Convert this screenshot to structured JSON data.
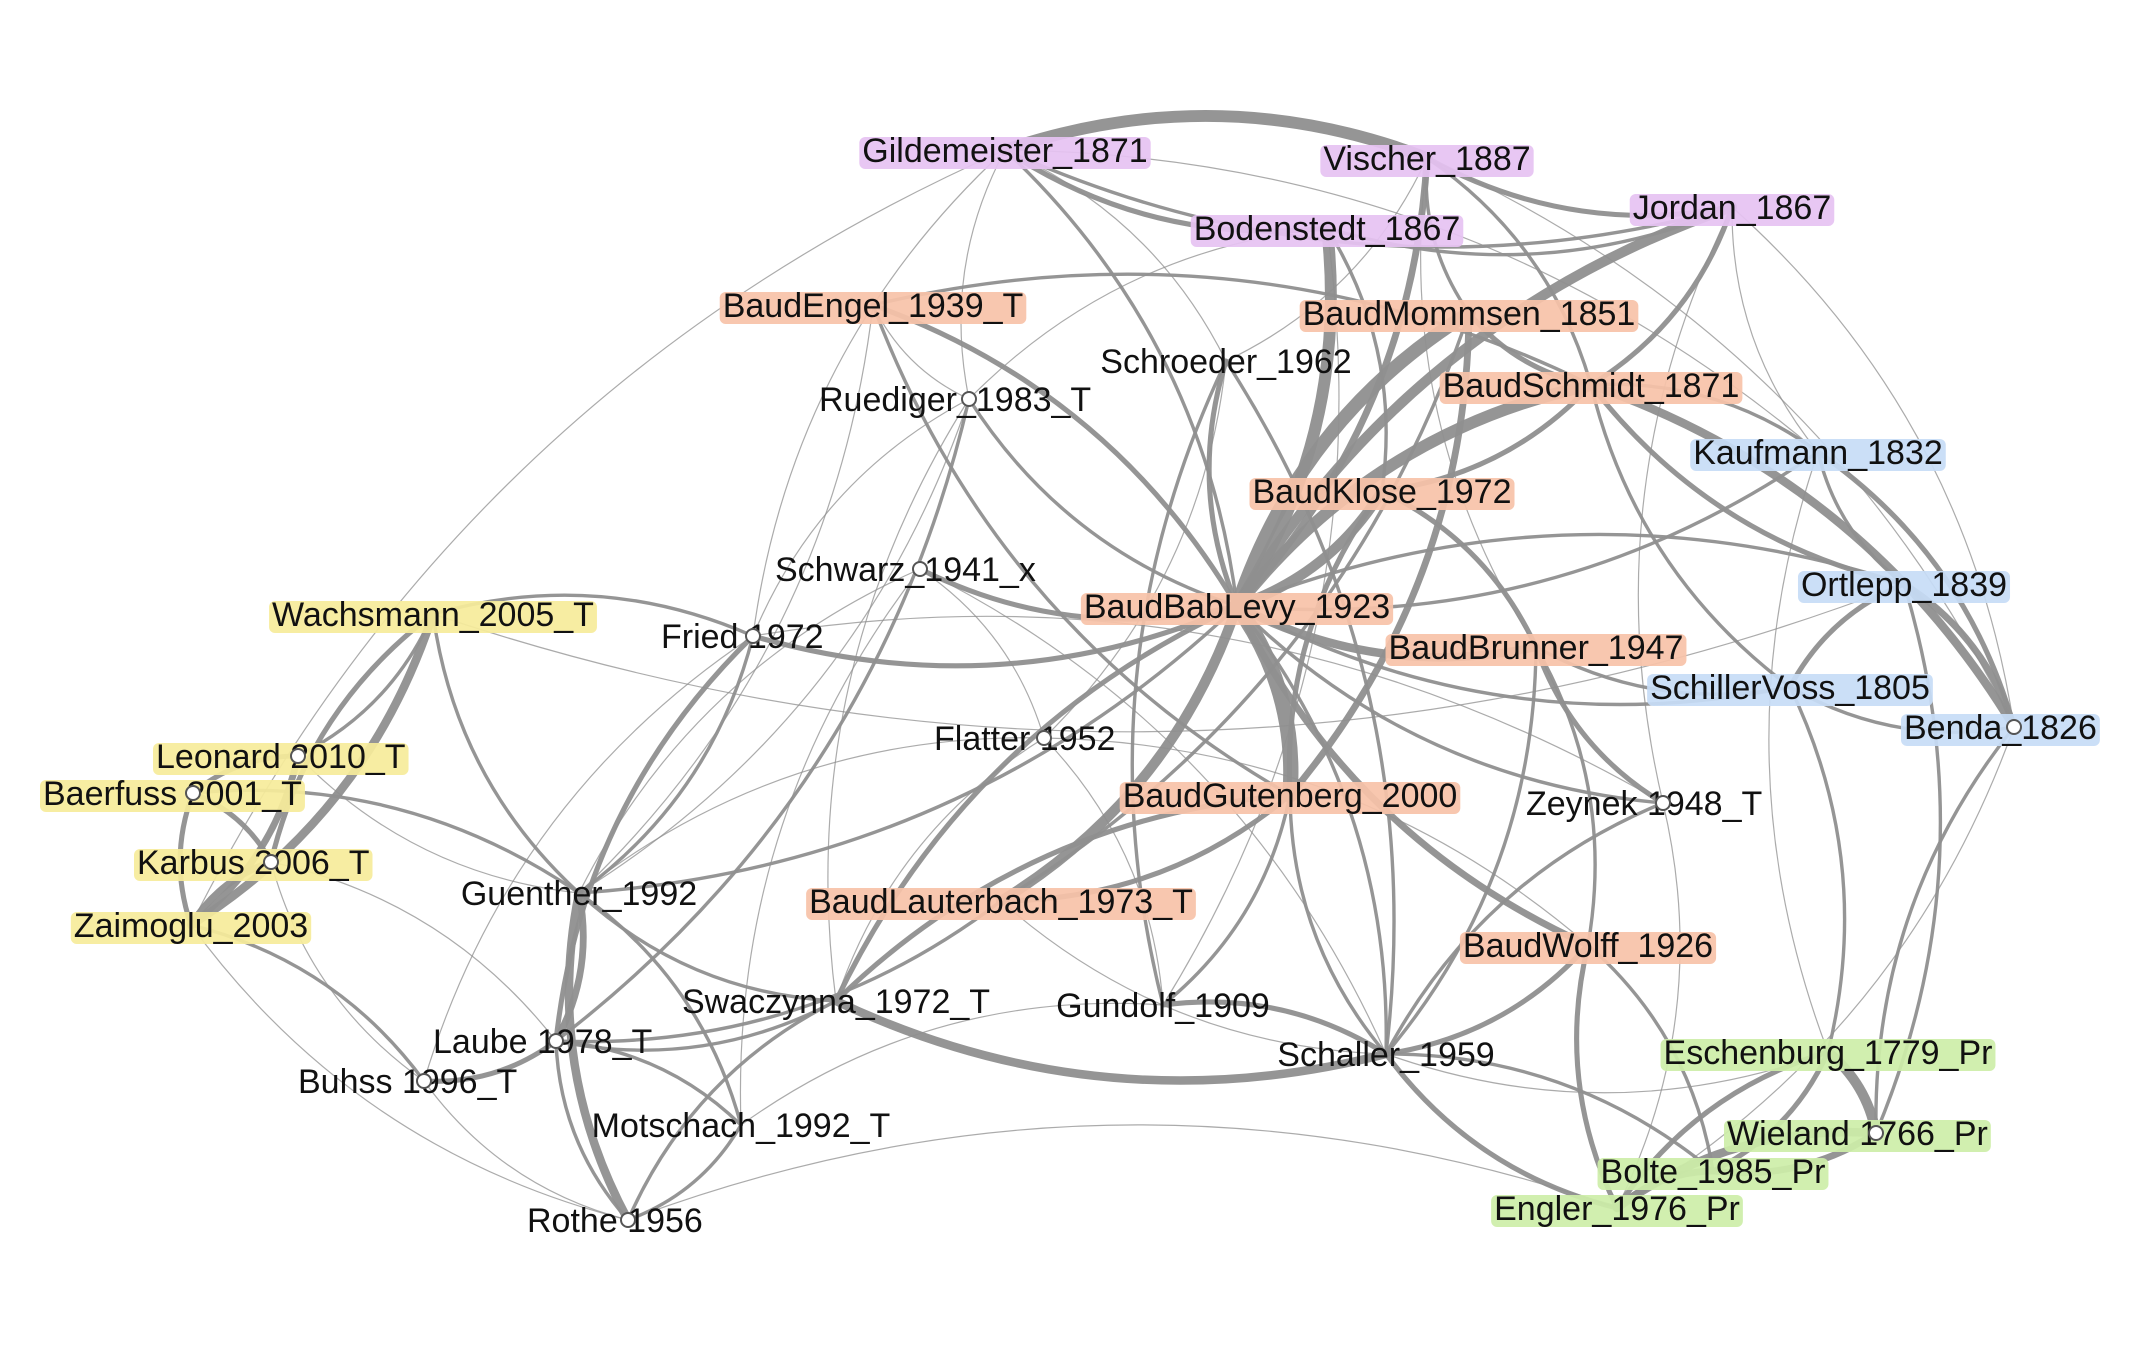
{
  "colors": {
    "purple": "#e6c2f2",
    "orange": "#f7c2a8",
    "blue": "#c7dcf6",
    "yellow": "#f6ec9a",
    "green": "#cdeea8",
    "none": "none",
    "edge": "#8f8f8f"
  },
  "nodes": [
    {
      "id": "Gildemeister_1871",
      "label": "Gildemeister_1871",
      "group": "purple"
    },
    {
      "id": "Vischer_1887",
      "label": "Vischer_1887",
      "group": "purple"
    },
    {
      "id": "Bodenstedt_1867",
      "label": "Bodenstedt_1867",
      "group": "purple"
    },
    {
      "id": "Jordan_1867",
      "label": "Jordan_1867",
      "group": "purple"
    },
    {
      "id": "BaudEngel_1939_T",
      "label": "BaudEngel_1939_T",
      "group": "orange"
    },
    {
      "id": "BaudMommsen_1851",
      "label": "BaudMommsen_1851",
      "group": "orange"
    },
    {
      "id": "Schroeder_1962",
      "label": "Schroeder_1962",
      "group": "none"
    },
    {
      "id": "BaudSchmidt_1871",
      "label": "BaudSchmidt_1871",
      "group": "orange"
    },
    {
      "id": "Ruediger_1983_T",
      "label": "Ruediger_1983_T",
      "group": "none"
    },
    {
      "id": "Kaufmann_1832",
      "label": "Kaufmann_1832",
      "group": "blue"
    },
    {
      "id": "BaudKlose_1972",
      "label": "BaudKlose_1972",
      "group": "orange"
    },
    {
      "id": "Schwarz_1941_x",
      "label": "Schwarz_1941_x",
      "group": "none"
    },
    {
      "id": "Ortlepp_1839",
      "label": "Ortlepp_1839",
      "group": "blue"
    },
    {
      "id": "BaudBabLevy_1923",
      "label": "BaudBabLevy_1923",
      "group": "orange"
    },
    {
      "id": "Wachsmann_2005_T",
      "label": "Wachsmann_2005_T",
      "group": "yellow"
    },
    {
      "id": "Fried_1972",
      "label": "Fried 1972",
      "group": "none"
    },
    {
      "id": "BaudBrunner_1947",
      "label": "BaudBrunner_1947",
      "group": "orange"
    },
    {
      "id": "SchillerVoss_1805",
      "label": "SchillerVoss_1805",
      "group": "blue"
    },
    {
      "id": "Benda_1826",
      "label": "Benda_1826",
      "group": "blue"
    },
    {
      "id": "Flatter_1952",
      "label": "Flatter 1952",
      "group": "none"
    },
    {
      "id": "Leonard_2010_T",
      "label": "Leonard 2010_T",
      "group": "yellow"
    },
    {
      "id": "Baerfuss_2001_T",
      "label": "Baerfuss 2001_T",
      "group": "yellow"
    },
    {
      "id": "BaudGutenberg_2000",
      "label": "BaudGutenberg_2000",
      "group": "orange"
    },
    {
      "id": "Zeynek_1948_T",
      "label": "Zeynek 1948_T",
      "group": "none"
    },
    {
      "id": "Karbus_2006_T",
      "label": "Karbus 2006_T",
      "group": "yellow"
    },
    {
      "id": "Guenther_1992",
      "label": "Guenther_1992",
      "group": "none"
    },
    {
      "id": "BaudLauterbach_1973_T",
      "label": "BaudLauterbach_1973_T",
      "group": "orange"
    },
    {
      "id": "Zaimoglu_2003",
      "label": "Zaimoglu_2003",
      "group": "yellow"
    },
    {
      "id": "BaudWolff_1926",
      "label": "BaudWolff_1926",
      "group": "orange"
    },
    {
      "id": "Swaczynna_1972_T",
      "label": "Swaczynna_1972_T",
      "group": "none"
    },
    {
      "id": "Gundolf_1909",
      "label": "Gundolf_1909",
      "group": "none"
    },
    {
      "id": "Laube_1978_T",
      "label": "Laube 1978_T",
      "group": "none"
    },
    {
      "id": "Schaller_1959",
      "label": "Schaller_1959",
      "group": "none"
    },
    {
      "id": "Eschenburg_1779_Pr",
      "label": "Eschenburg_1779_Pr",
      "group": "green"
    },
    {
      "id": "Buhss_1996_T",
      "label": "Buhss 1996_T",
      "group": "none"
    },
    {
      "id": "Wieland_1766_Pr",
      "label": "Wieland 1766_Pr",
      "group": "green"
    },
    {
      "id": "Motschach_1992_T",
      "label": "Motschach_1992_T",
      "group": "none"
    },
    {
      "id": "Bolte_1985_Pr",
      "label": "Bolte_1985_Pr",
      "group": "green"
    },
    {
      "id": "Rothe_1956",
      "label": "Rothe 1956",
      "group": "none"
    },
    {
      "id": "Engler_1976_Pr",
      "label": "Engler_1976_Pr",
      "group": "green"
    }
  ],
  "edges": [
    [
      "Gildemeister_1871",
      "Vischer_1887",
      7
    ],
    [
      "Gildemeister_1871",
      "Bodenstedt_1867",
      3
    ],
    [
      "Gildemeister_1871",
      "BaudBabLevy_1923",
      2
    ],
    [
      "Gildemeister_1871",
      "Ruediger_1983_T",
      1
    ],
    [
      "Gildemeister_1871",
      "Schroeder_1962",
      1
    ],
    [
      "Gildemeister_1871",
      "Fried_1972",
      1
    ],
    [
      "Gildemeister_1871",
      "Kaufmann_1832",
      1
    ],
    [
      "Gildemeister_1871",
      "Jordan_1867",
      2
    ],
    [
      "Vischer_1887",
      "BaudBabLevy_1923",
      4
    ],
    [
      "Vischer_1887",
      "Jordan_1867",
      3
    ],
    [
      "Vischer_1887",
      "BaudSchmidt_1871",
      2
    ],
    [
      "Vischer_1887",
      "BaudMommsen_1851",
      2
    ],
    [
      "Vischer_1887",
      "Schroeder_1962",
      1
    ],
    [
      "Vischer_1887",
      "BaudBrunner_1947",
      1
    ],
    [
      "Bodenstedt_1867",
      "BaudBabLevy_1923",
      7
    ],
    [
      "Bodenstedt_1867",
      "Jordan_1867",
      2
    ],
    [
      "Bodenstedt_1867",
      "BaudKlose_1972",
      2
    ],
    [
      "Bodenstedt_1867",
      "Ruediger_1983_T",
      1
    ],
    [
      "Bodenstedt_1867",
      "Gundolf_1909",
      1
    ],
    [
      "Jordan_1867",
      "BaudBabLevy_1923",
      6
    ],
    [
      "Jordan_1867",
      "BaudSchmidt_1871",
      3
    ],
    [
      "Jordan_1867",
      "Kaufmann_1832",
      1
    ],
    [
      "Jordan_1867",
      "Benda_1826",
      1
    ],
    [
      "Jordan_1867",
      "Zeynek_1948_T",
      1
    ],
    [
      "BaudEngel_1939_T",
      "BaudBabLevy_1923",
      3
    ],
    [
      "BaudEngel_1939_T",
      "BaudGutenberg_2000",
      2
    ],
    [
      "BaudEngel_1939_T",
      "BaudSchmidt_1871",
      2
    ],
    [
      "BaudEngel_1939_T",
      "Ruediger_1983_T",
      1
    ],
    [
      "BaudEngel_1939_T",
      "Guenther_1992",
      1
    ],
    [
      "BaudMommsen_1851",
      "BaudBabLevy_1923",
      8
    ],
    [
      "BaudMommsen_1851",
      "BaudGutenberg_2000",
      4
    ],
    [
      "BaudMommsen_1851",
      "BaudSchmidt_1871",
      3
    ],
    [
      "BaudMommsen_1851",
      "BaudLauterbach_1973_T",
      2
    ],
    [
      "BaudSchmidt_1871",
      "BaudBabLevy_1923",
      7
    ],
    [
      "BaudSchmidt_1871",
      "Benda_1826",
      5
    ],
    [
      "BaudSchmidt_1871",
      "Ortlepp_1839",
      3
    ],
    [
      "BaudSchmidt_1871",
      "BaudKlose_1972",
      3
    ],
    [
      "BaudSchmidt_1871",
      "SchillerVoss_1805",
      2
    ],
    [
      "BaudSchmidt_1871",
      "Kaufmann_1832",
      2
    ],
    [
      "Schroeder_1962",
      "BaudBabLevy_1923",
      3
    ],
    [
      "Schroeder_1962",
      "Schaller_1959",
      2
    ],
    [
      "Schroeder_1962",
      "Gundolf_1909",
      2
    ],
    [
      "Schroeder_1962",
      "Flatter_1952",
      1
    ],
    [
      "Ruediger_1983_T",
      "BaudBabLevy_1923",
      2
    ],
    [
      "Ruediger_1983_T",
      "Laube_1978_T",
      2
    ],
    [
      "Ruediger_1983_T",
      "Fried_1972",
      1
    ],
    [
      "Ruediger_1983_T",
      "Guenther_1992",
      1
    ],
    [
      "Ruediger_1983_T",
      "Swaczynna_1972_T",
      1
    ],
    [
      "Kaufmann_1832",
      "Benda_1826",
      3
    ],
    [
      "Kaufmann_1832",
      "Ortlepp_1839",
      2
    ],
    [
      "Kaufmann_1832",
      "BaudBabLevy_1923",
      2
    ],
    [
      "Kaufmann_1832",
      "Eschenburg_1779_Pr",
      1
    ],
    [
      "BaudKlose_1972",
      "BaudBabLevy_1923",
      6
    ],
    [
      "BaudKlose_1972",
      "BaudGutenberg_2000",
      3
    ],
    [
      "BaudKlose_1972",
      "BaudBrunner_1947",
      3
    ],
    [
      "Schwarz_1941_x",
      "BaudBabLevy_1923",
      3
    ],
    [
      "Schwarz_1941_x",
      "Flatter_1952",
      1
    ],
    [
      "Schwarz_1941_x",
      "Guenther_1992",
      1
    ],
    [
      "Schwarz_1941_x",
      "Schaller_1959",
      1
    ],
    [
      "Schwarz_1941_x",
      "Motschach_1992_T",
      1
    ],
    [
      "Ortlepp_1839",
      "Benda_1826",
      4
    ],
    [
      "Ortlepp_1839",
      "SchillerVoss_1805",
      3
    ],
    [
      "Ortlepp_1839",
      "Wieland_1766_Pr",
      2
    ],
    [
      "Ortlepp_1839",
      "BaudBabLevy_1923",
      2
    ],
    [
      "BaudBabLevy_1923",
      "BaudGutenberg_2000",
      9
    ],
    [
      "BaudBabLevy_1923",
      "BaudBrunner_1947",
      5
    ],
    [
      "BaudBabLevy_1923",
      "BaudLauterbach_1973_T",
      6
    ],
    [
      "BaudBabLevy_1923",
      "BaudWolff_1926",
      4
    ],
    [
      "BaudBabLevy_1923",
      "Fried_1972",
      3
    ],
    [
      "BaudBabLevy_1923",
      "Zeynek_1948_T",
      2
    ],
    [
      "BaudBabLevy_1923",
      "Guenther_1992",
      2
    ],
    [
      "BaudBabLevy_1923",
      "Swaczynna_1972_T",
      3
    ],
    [
      "BaudBabLevy_1923",
      "Schaller_1959",
      2
    ],
    [
      "BaudBabLevy_1923",
      "SchillerVoss_1805",
      2
    ],
    [
      "Wachsmann_2005_T",
      "Zaimoglu_2003",
      5
    ],
    [
      "Wachsmann_2005_T",
      "Karbus_2006_T",
      3
    ],
    [
      "Wachsmann_2005_T",
      "Fried_1972",
      2
    ],
    [
      "Wachsmann_2005_T",
      "Guenther_1992",
      2
    ],
    [
      "Wachsmann_2005_T",
      "Leonard_2010_T",
      2
    ],
    [
      "Fried_1972",
      "Laube_1978_T",
      3
    ],
    [
      "Fried_1972",
      "Guenther_1992",
      2
    ],
    [
      "Fried_1972",
      "Buhss_1996_T",
      1
    ],
    [
      "Fried_1972",
      "Zeynek_1948_T",
      1
    ],
    [
      "BaudBrunner_1947",
      "Zeynek_1948_T",
      3
    ],
    [
      "BaudBrunner_1947",
      "BaudWolff_1926",
      2
    ],
    [
      "BaudBrunner_1947",
      "SchillerVoss_1805",
      2
    ],
    [
      "BaudBrunner_1947",
      "Schaller_1959",
      2
    ],
    [
      "SchillerVoss_1805",
      "Benda_1826",
      2
    ],
    [
      "SchillerVoss_1805",
      "Eschenburg_1779_Pr",
      2
    ],
    [
      "Benda_1826",
      "Wieland_1766_Pr",
      2
    ],
    [
      "Benda_1826",
      "Engler_1976_Pr",
      1
    ],
    [
      "Flatter_1952",
      "Guenther_1992",
      1
    ],
    [
      "Flatter_1952",
      "BaudWolff_1926",
      1
    ],
    [
      "Flatter_1952",
      "Swaczynna_1972_T",
      1
    ],
    [
      "Flatter_1952",
      "Gundolf_1909",
      1
    ],
    [
      "Leonard_2010_T",
      "Baerfuss_2001_T",
      3
    ],
    [
      "Leonard_2010_T",
      "Zaimoglu_2003",
      4
    ],
    [
      "Leonard_2010_T",
      "Guenther_1992",
      1
    ],
    [
      "Baerfuss_2001_T",
      "Karbus_2006_T",
      3
    ],
    [
      "Baerfuss_2001_T",
      "Zaimoglu_2003",
      3
    ],
    [
      "Baerfuss_2001_T",
      "Guenther_1992",
      2
    ],
    [
      "BaudGutenberg_2000",
      "Swaczynna_1972_T",
      3
    ],
    [
      "BaudGutenberg_2000",
      "BaudLauterbach_1973_T",
      3
    ],
    [
      "BaudGutenberg_2000",
      "Schaller_1959",
      2
    ],
    [
      "BaudGutenberg_2000",
      "Gundolf_1909",
      2
    ],
    [
      "Zeynek_1948_T",
      "Schaller_1959",
      2
    ],
    [
      "Zeynek_1948_T",
      "Engler_1976_Pr",
      1
    ],
    [
      "Karbus_2006_T",
      "Zaimoglu_2003",
      4
    ],
    [
      "Karbus_2006_T",
      "Laube_1978_T",
      1
    ],
    [
      "Karbus_2006_T",
      "Buhss_1996_T",
      1
    ],
    [
      "Guenther_1992",
      "Laube_1978_T",
      4
    ],
    [
      "Guenther_1992",
      "Rothe_1956",
      5
    ],
    [
      "Guenther_1992",
      "Motschach_1992_T",
      2
    ],
    [
      "Guenther_1992",
      "Swaczynna_1972_T",
      2
    ],
    [
      "BaudLauterbach_1973_T",
      "Laube_1978_T",
      2
    ],
    [
      "BaudLauterbach_1973_T",
      "Schaller_1959",
      1
    ],
    [
      "Zaimoglu_2003",
      "Buhss_1996_T",
      2
    ],
    [
      "Zaimoglu_2003",
      "Rothe_1956",
      1
    ],
    [
      "BaudWolff_1926",
      "Schaller_1959",
      3
    ],
    [
      "BaudWolff_1926",
      "Engler_1976_Pr",
      3
    ],
    [
      "BaudWolff_1926",
      "Bolte_1985_Pr",
      2
    ],
    [
      "Swaczynna_1972_T",
      "Schaller_1959",
      5
    ],
    [
      "Swaczynna_1972_T",
      "Laube_1978_T",
      2
    ],
    [
      "Swaczynna_1972_T",
      "Rothe_1956",
      2
    ],
    [
      "Gundolf_1909",
      "Schaller_1959",
      3
    ],
    [
      "Gundolf_1909",
      "Motschach_1992_T",
      1
    ],
    [
      "Laube_1978_T",
      "Buhss_1996_T",
      3
    ],
    [
      "Laube_1978_T",
      "Rothe_1956",
      2
    ],
    [
      "Laube_1978_T",
      "Motschach_1992_T",
      2
    ],
    [
      "Schaller_1959",
      "Engler_1976_Pr",
      3
    ],
    [
      "Schaller_1959",
      "Bolte_1985_Pr",
      2
    ],
    [
      "Schaller_1959",
      "Eschenburg_1779_Pr",
      1
    ],
    [
      "Eschenburg_1779_Pr",
      "Wieland_1766_Pr",
      6
    ],
    [
      "Eschenburg_1779_Pr",
      "Engler_1976_Pr",
      3
    ],
    [
      "Eschenburg_1779_Pr",
      "Bolte_1985_Pr",
      3
    ],
    [
      "Wieland_1766_Pr",
      "Engler_1976_Pr",
      5
    ],
    [
      "Wieland_1766_Pr",
      "Bolte_1985_Pr",
      4
    ],
    [
      "Bolte_1985_Pr",
      "Engler_1976_Pr",
      4
    ],
    [
      "Motschach_1992_T",
      "Rothe_1956",
      2
    ],
    [
      "Buhss_1996_T",
      "Rothe_1956",
      1
    ],
    [
      "Rothe_1956",
      "Engler_1976_Pr",
      1
    ],
    [
      "Gildemeister_1871",
      "Zaimoglu_2003",
      1
    ],
    [
      "Vischer_1887",
      "Benda_1826",
      1
    ],
    [
      "Wachsmann_2005_T",
      "Ortlepp_1839",
      1
    ]
  ]
}
